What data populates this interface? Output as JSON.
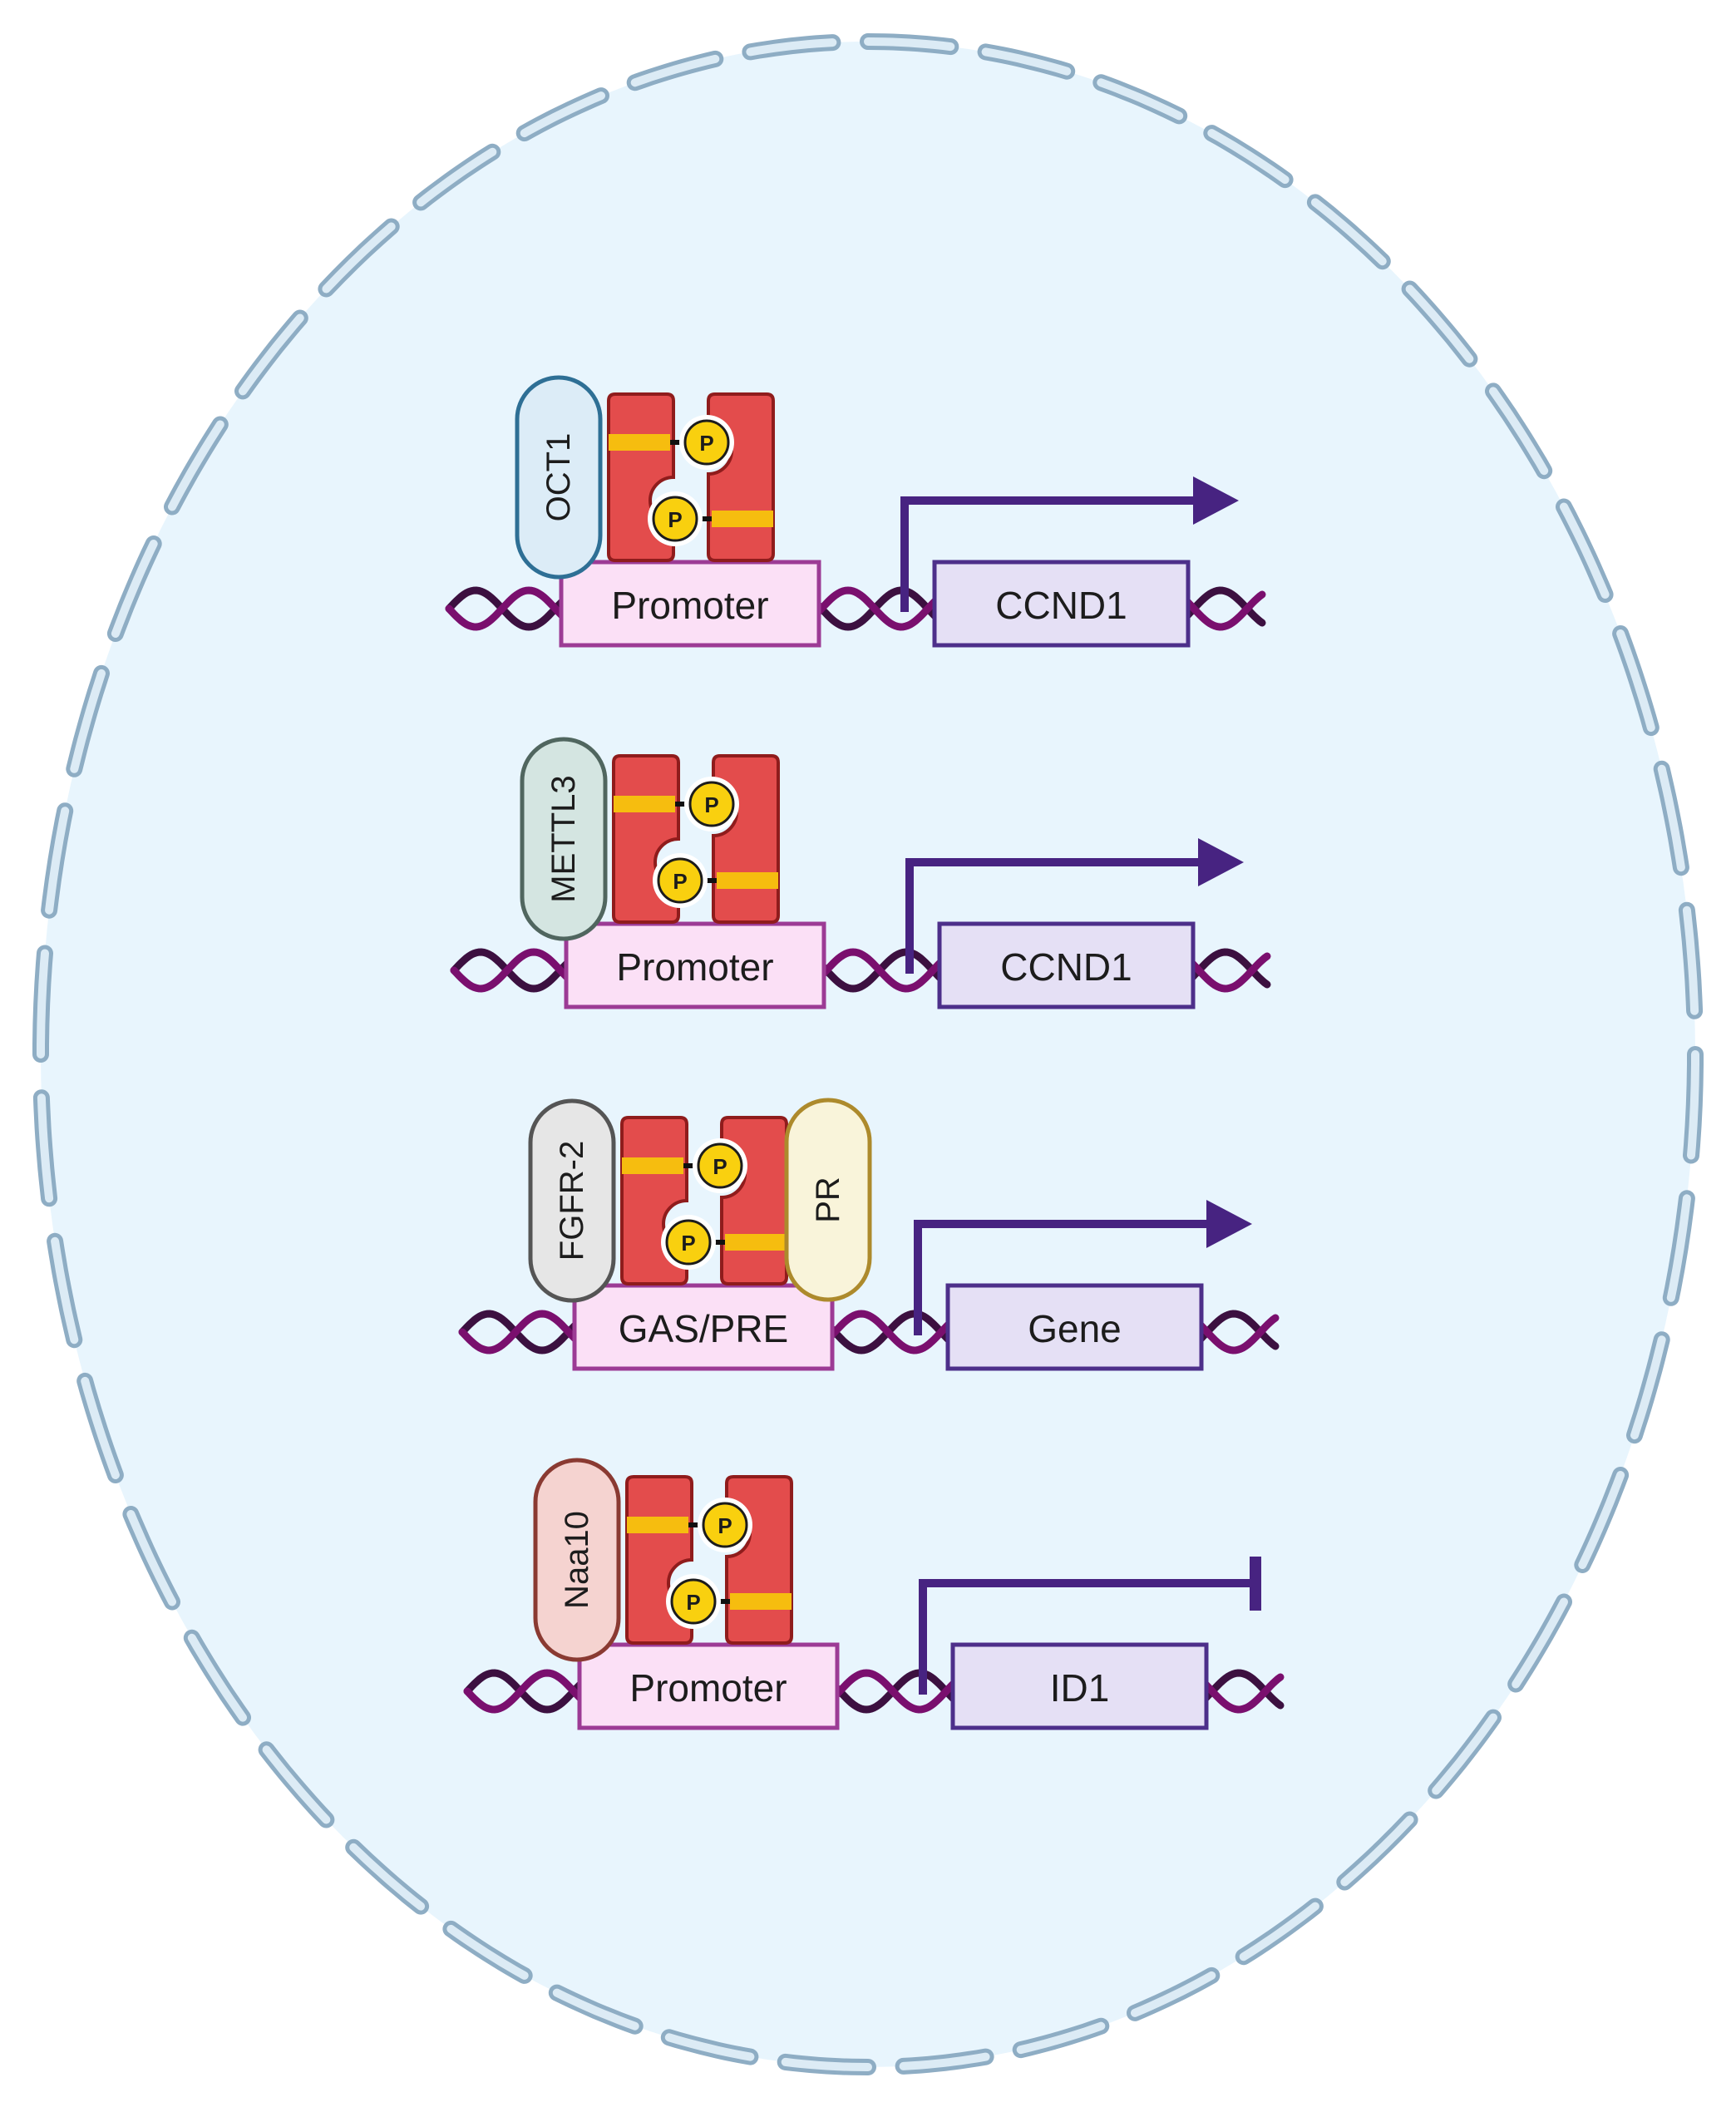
{
  "colors": {
    "nucleus_fill": "#e8f5fd",
    "envelope": "#b5cbdb",
    "envelope_stroke": "#8eadc4",
    "dna_strand_a": "#7a0f6e",
    "dna_strand_b": "#3c1040",
    "promoter_fill": "#fbe0f6",
    "promoter_stroke": "#9c3b95",
    "gene_fill": "#e5e0f5",
    "gene_stroke": "#4d2f8a",
    "arrow": "#472381",
    "stat_fill": "#e34c4c",
    "stat_stroke": "#8f1c1c",
    "stat_band": "#f6bd0f",
    "phospho_fill": "#f9d00f",
    "phospho_stroke": "#1c1c1c"
  },
  "rows": [
    {
      "cofactor_left": {
        "label": "OCT1",
        "fill": "#dcecf7",
        "stroke": "#2e6f95",
        "icon": "pill-protein"
      },
      "cofactor_right": null,
      "regulatory_label": "Promoter",
      "gene_label": "CCND1",
      "outcome": "activation",
      "phospho_label": "P"
    },
    {
      "cofactor_left": {
        "label": "METTL3",
        "fill": "#d4e5e1",
        "stroke": "#50665f",
        "icon": "pill-protein"
      },
      "cofactor_right": null,
      "regulatory_label": "Promoter",
      "gene_label": "CCND1",
      "outcome": "activation",
      "phospho_label": "P"
    },
    {
      "cofactor_left": {
        "label": "FGFR-2",
        "fill": "#e6e6e6",
        "stroke": "#555555",
        "icon": "pill-protein"
      },
      "cofactor_right": {
        "label": "PR",
        "fill": "#f9f4da",
        "stroke": "#ad8a2c",
        "icon": "pill-protein"
      },
      "regulatory_label": "GAS/PRE",
      "gene_label": "Gene",
      "outcome": "activation",
      "phospho_label": "P"
    },
    {
      "cofactor_left": {
        "label": "Naa10",
        "fill": "#f5d3d0",
        "stroke": "#8a3a32",
        "icon": "pill-protein"
      },
      "cofactor_right": null,
      "regulatory_label": "Promoter",
      "gene_label": "ID1",
      "outcome": "inhibition",
      "phospho_label": "P"
    }
  ]
}
